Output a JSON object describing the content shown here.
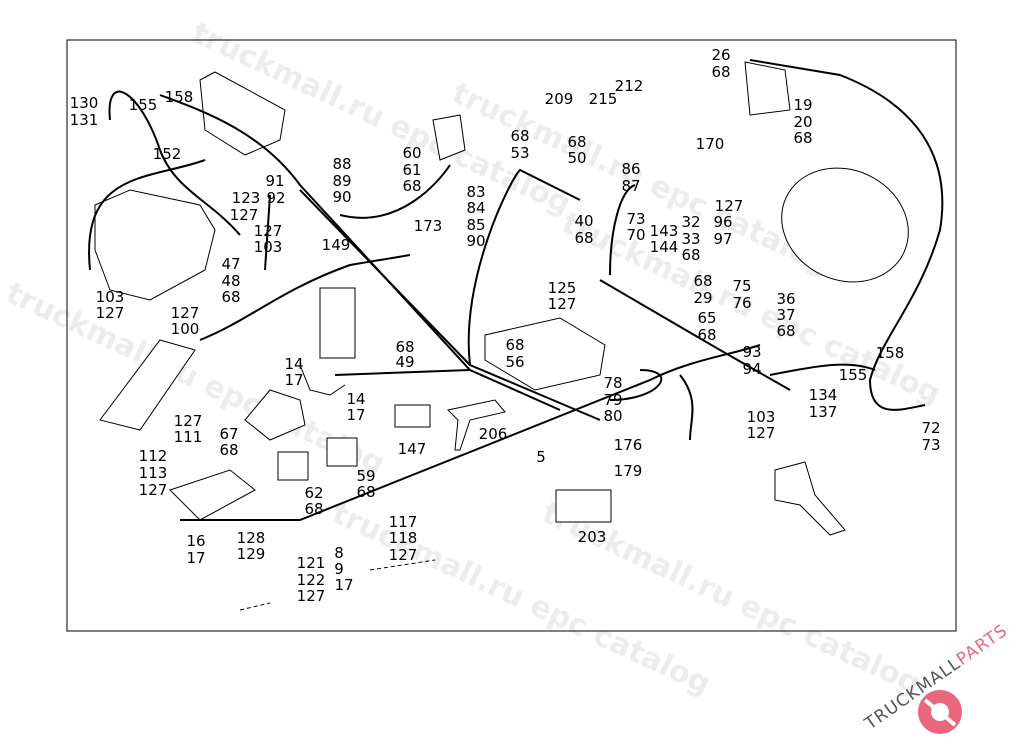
{
  "diagram": {
    "watermark": "truckmall.ru epc catalog",
    "logo": {
      "text_main": "TRUCKMALL",
      "text_accent": "PARTS",
      "main_color": "#555555",
      "accent_color": "#e8677f"
    },
    "labels": [
      "130",
      "131",
      "155",
      "158",
      "152",
      "91",
      "123",
      "92",
      "127",
      "127",
      "103",
      "88",
      "89",
      "90",
      "47",
      "48",
      "68",
      "103",
      "127",
      "127",
      "100",
      "149",
      "60",
      "61",
      "68",
      "173",
      "68",
      "53",
      "83",
      "84",
      "85",
      "90",
      "209",
      "215",
      "212",
      "68",
      "50",
      "40",
      "68",
      "86",
      "87",
      "73",
      "70",
      "143",
      "144",
      "32",
      "33",
      "68",
      "127",
      "96",
      "97",
      "125",
      "127",
      "68",
      "29",
      "65",
      "68",
      "75",
      "76",
      "36",
      "37",
      "68",
      "26",
      "68",
      "19",
      "20",
      "68",
      "170",
      "68",
      "56",
      "93",
      "94",
      "158",
      "155",
      "78",
      "79",
      "80",
      "134",
      "137",
      "103",
      "127",
      "72",
      "73",
      "5",
      "176",
      "179",
      "203",
      "206",
      "147",
      "14",
      "17",
      "14",
      "17",
      "68",
      "49",
      "127",
      "111",
      "67",
      "68",
      "112",
      "113",
      "127",
      "62",
      "68",
      "59",
      "68",
      "16",
      "17",
      "128",
      "129",
      "121",
      "122",
      "127",
      "8",
      "9",
      "17",
      "117",
      "118",
      "127"
    ]
  }
}
